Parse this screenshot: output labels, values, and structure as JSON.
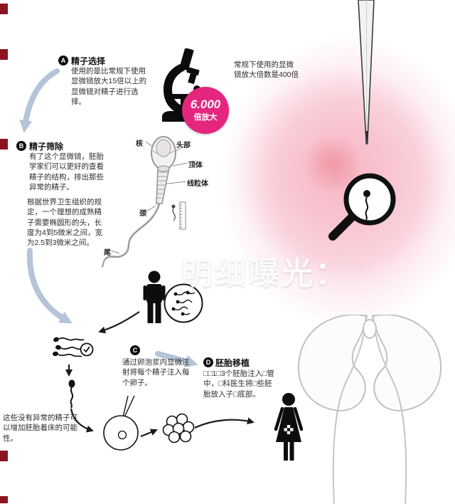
{
  "watermark": {
    "text": "明细曝光："
  },
  "badge": {
    "value": "6.000",
    "label": "倍放大"
  },
  "notes": {
    "conventional_scope": "常规下使用的显微镜放大倍数是400倍",
    "healthy_sperm": "这些没有异常的精子可以增加胚胎着床的可能性。"
  },
  "steps": {
    "a": {
      "letter": "A",
      "title": "精子选择",
      "body": "使用的是比常规下使用显微镜放大15倍以上的显微镜对精子进行选择。"
    },
    "b": {
      "letter": "B",
      "title": "精子筛除",
      "body": "有了这个显微镜，胚胎学家们可以更好的查看精子的结构，排出那些异常的精子。",
      "body2": "根据世界卫生组织的规定，一个理想的成熟精子需要椭圆形的头，长度为4到5微米之间，宽为2.5到3微米之间。"
    },
    "c": {
      "letter": "C",
      "body": "通过卵泡浆内显微注射将每个精子注入每个卵子。"
    },
    "d": {
      "letter": "D",
      "title": "胚胎移植",
      "body": "□□1□3个胚胎注入□管中，□科医生将□些胚胎放入子□底部。"
    }
  },
  "sperm_diagram": {
    "nucleus": "核",
    "head": "头部",
    "acrosome": "顶体",
    "mitochondria": "线粒体",
    "neck": "颈",
    "tail": "尾"
  },
  "colors": {
    "badge_pink": "#e4267f",
    "egg_pink": "#f6b9c8",
    "arrow_blue": "#b5c4d8",
    "edge_red": "#8a1520"
  }
}
